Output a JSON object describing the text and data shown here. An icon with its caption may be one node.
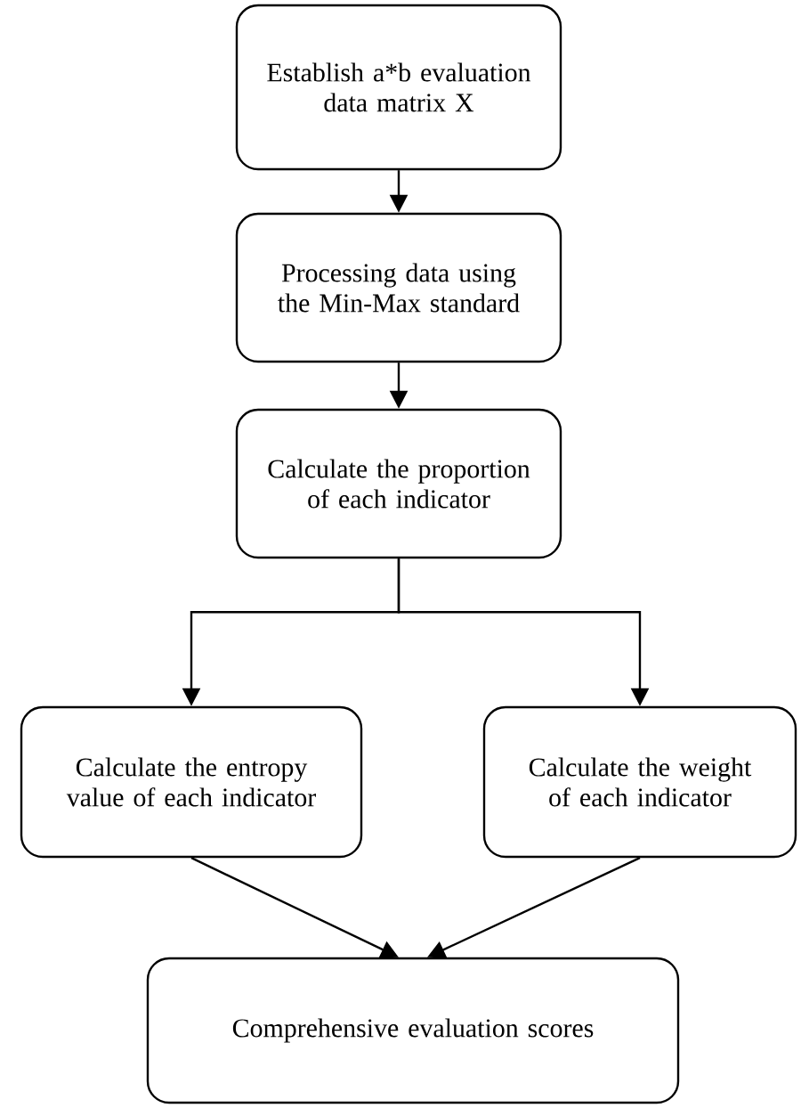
{
  "diagram": {
    "nodes": [
      {
        "text": [
          "Establish a*b evaluation data matrix X"
        ]
      },
      {
        "text": [
          "Processing data using the Min-Max standard"
        ]
      },
      {
        "text": [
          "Calculate the proportion of each indicator"
        ]
      },
      {
        "text": [
          "Calculate the entropy value of each indicator"
        ]
      },
      {
        "text": [
          "Calculate the weight of each indicator"
        ]
      },
      {
        "text": [
          "Comprehensive evaluation scores"
        ]
      }
    ],
    "edges": [
      {
        "from": 0,
        "to": 1,
        "arrow": "to"
      },
      {
        "from": 1,
        "to": 2,
        "arrow": "to"
      },
      {
        "from": 2,
        "to": 3,
        "arrow": "to"
      },
      {
        "from": 2,
        "to": 4,
        "arrow": "to"
      },
      {
        "from": 3,
        "to": 5,
        "arrow": "to"
      },
      {
        "from": 4,
        "to": 5,
        "arrow": "to"
      }
    ]
  }
}
